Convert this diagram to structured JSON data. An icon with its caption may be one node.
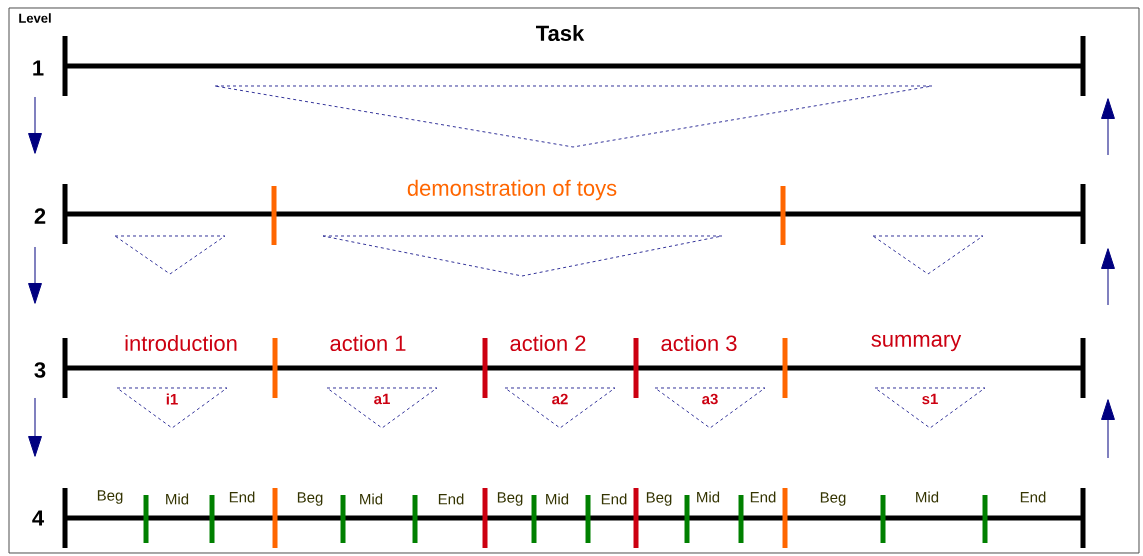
{
  "diagram": {
    "nodes": [
      {
        "text": [],
        "shape": "triangle"
      },
      {
        "text": [],
        "shape": "triangle"
      },
      {
        "text": [],
        "shape": "triangle"
      },
      {
        "text": [],
        "shape": "triangle"
      },
      {
        "text": [
          "i1"
        ]
      },
      {
        "text": [
          "a1"
        ]
      },
      {
        "text": [
          "a2"
        ]
      },
      {
        "text": [
          "a3"
        ]
      },
      {
        "text": [
          "s1"
        ]
      }
    ],
    "labels": [
      "Level",
      "1",
      "Task",
      "2",
      "demonstration of toys",
      "3",
      "introduction",
      "action 1",
      "action 2",
      "action 3",
      "summary",
      "4",
      "Beg",
      "Mid",
      "End",
      "Beg",
      "Mid",
      "End",
      "Beg",
      "Mid",
      "End",
      "Beg",
      "Mid",
      "End",
      "Beg",
      "Mid",
      "End"
    ]
  }
}
